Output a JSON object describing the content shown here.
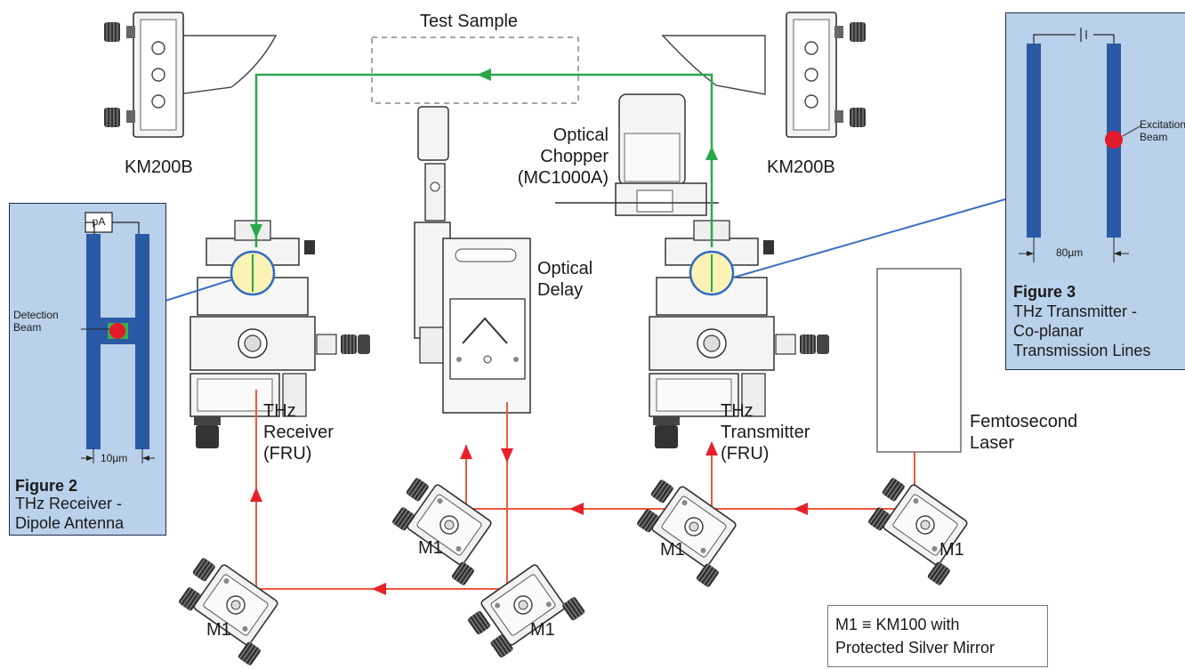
{
  "labels": {
    "test_sample": "Test Sample",
    "km200b_left": "KM200B",
    "km200b_right": "KM200B",
    "optical_chopper": "Optical\nChopper\n(MC1000A)",
    "optical_delay": "Optical\nDelay",
    "thz_receiver": "THz\nReceiver\n(FRU)",
    "thz_transmitter": "THz\nTransmitter\n(FRU)",
    "femtosecond_laser": "Femtosecond\nLaser",
    "mirror": "M1"
  },
  "figure2": {
    "title": "Figure 2",
    "caption": "THz Receiver -\nDipole Antenna",
    "meter": "pA",
    "beam_label": "Detection\nBeam",
    "dimension": "10µm"
  },
  "figure3": {
    "title": "Figure 3",
    "caption": "THz Transmitter -\nCo-planar\nTransmission Lines",
    "beam_label": "Excitation\nBeam",
    "dimension": "80µm"
  },
  "note": {
    "text": "M1 ≡ KM100 with\nProtected Silver Mirror"
  },
  "colors": {
    "thz_beam": "#2aa84a",
    "laser_beam": "#f0583c",
    "arrow_red": "#e8202a",
    "panel_bg": "#b9d1ea",
    "electrode": "#2a5aa5",
    "beam_spot": "#e21b2a",
    "callout_line": "#3b6fc0",
    "lens_fill": "#fbf3b5",
    "lens_ring": "#2e6bc4"
  }
}
